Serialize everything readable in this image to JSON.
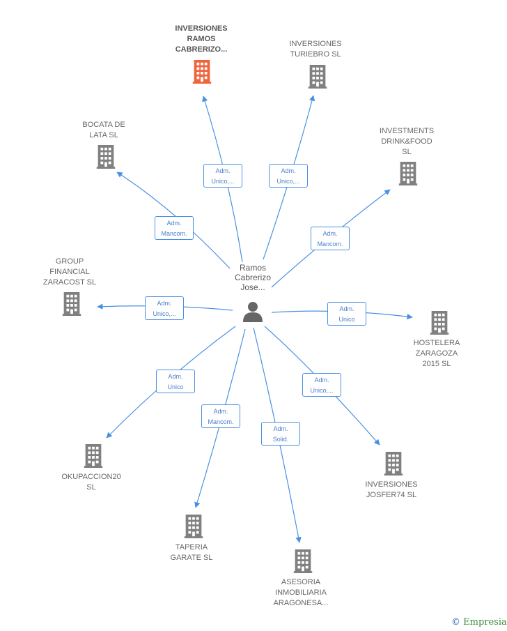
{
  "center": {
    "name": "Ramos\nCabrerizo\nJose...",
    "icon": "person-icon"
  },
  "colors": {
    "edge": "#4a90e2",
    "building": "#808080",
    "focus_building": "#f0643c",
    "center": "#666666"
  },
  "nodes": [
    {
      "id": "inversiones-ramos",
      "label": "INVERSIONES\nRAMOS\nCABRERIZO...",
      "focus": true,
      "relation": "Adm.\nUnico,..."
    },
    {
      "id": "inversiones-turiebro",
      "label": "INVERSIONES\nTURIEBRO  SL",
      "focus": false,
      "relation": "Adm.\nUnico,..."
    },
    {
      "id": "bocata-de-lata",
      "label": "BOCATA DE\nLATA  SL",
      "focus": false,
      "relation": "Adm.\nMancom."
    },
    {
      "id": "investments-drink-food",
      "label": "INVESTMENTS\nDRINK&FOOD\nSL",
      "focus": false,
      "relation": "Adm.\nMancom."
    },
    {
      "id": "group-financial",
      "label": "GROUP\nFINANCIAL\nZARACOST SL",
      "focus": false,
      "relation": "Adm.\nUnico,..."
    },
    {
      "id": "hostelera-zaragoza",
      "label": "HOSTELERA\nZARAGOZA\n2015  SL",
      "focus": false,
      "relation": "Adm.\nUnico"
    },
    {
      "id": "okupaccion20",
      "label": "OKUPACCION20\nSL",
      "focus": false,
      "relation": "Adm.\nUnico"
    },
    {
      "id": "inversiones-josfer74",
      "label": "INVERSIONES\nJOSFER74  SL",
      "focus": false,
      "relation": "Adm.\nUnico,..."
    },
    {
      "id": "taperia-garate",
      "label": "TAPERIA\nGARATE  SL",
      "focus": false,
      "relation": "Adm.\nMancom."
    },
    {
      "id": "asesoria-inmobiliaria",
      "label": "ASESORIA\nINMOBILIARIA\nARAGONESA...",
      "focus": false,
      "relation": "Adm.\nSolid."
    }
  ],
  "watermark": {
    "symbol": "©",
    "brand": "Empresia"
  }
}
